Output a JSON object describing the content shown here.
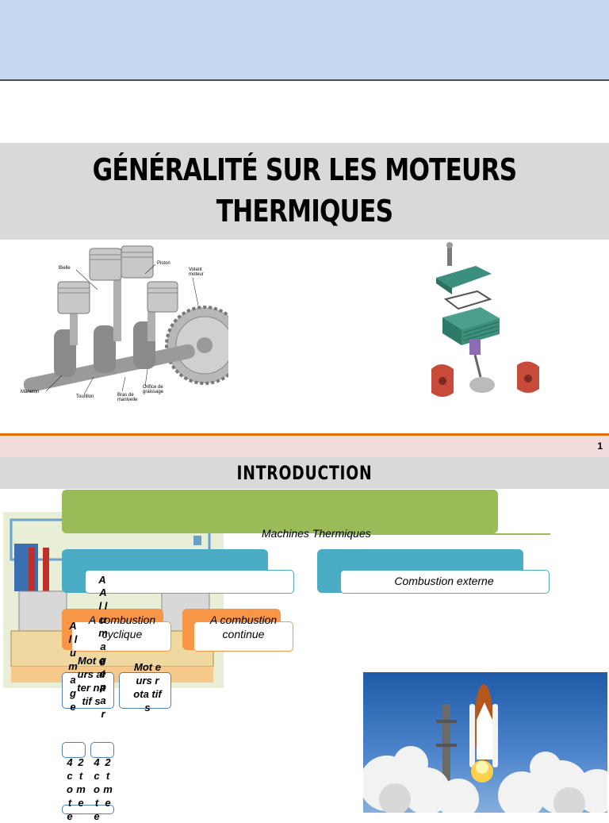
{
  "slide1": {
    "title": "GÉNÉRALITÉ SUR LES MOTEURS THERMIQUES",
    "crankshaft_labels": {
      "bielle": "Bielle",
      "piston": "Piston",
      "volant": "Volant moteur",
      "maneton": "Maneton",
      "tourillon": "Tourillon",
      "bras": "Bras de manivelle",
      "orifice": "Orifice de graissage"
    },
    "page_number": "1"
  },
  "slide2": {
    "title": "INTRODUCTION",
    "root": "Machines Thermiques",
    "combustion_interne_fragment": "A",
    "combustion_externe": "Combustion externe",
    "cyclique": "A combustion cyclique",
    "continue": "A combustion continue",
    "moteurs_alternatifs": "Mot eurs alter natif s",
    "moteurs_rotatifs": "Mot eurs rota tifs",
    "allumage_commande": "A l l u m a g e",
    "allumage_compression": "A l l u m a g e p a r",
    "temps4a": "4 c o t e",
    "temps2a": "2 t m e",
    "temps4b": "4 c o t e",
    "temps2b": "2 t m e"
  },
  "colors": {
    "top_band": "#c6d9f1",
    "title_band": "#d9d9d9",
    "green": "#9bbb59",
    "teal": "#4bacc6",
    "orange": "#f79646",
    "blue": "#4f81bd"
  }
}
